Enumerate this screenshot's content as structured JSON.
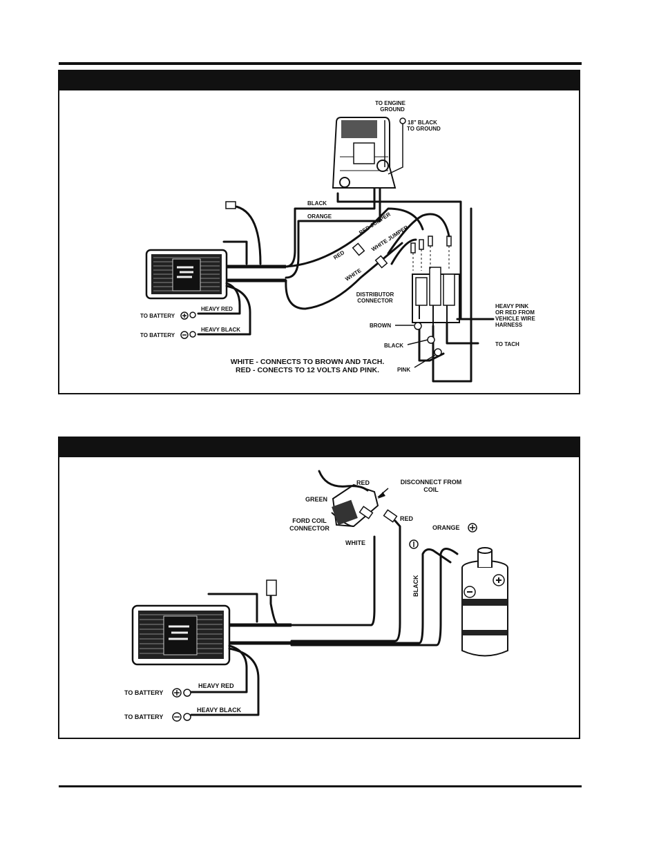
{
  "fig1": {
    "labels": {
      "to_engine_ground": [
        "TO ENGINE",
        "GROUND"
      ],
      "black_to_ground": [
        "18\" BLACK",
        "TO GROUND"
      ],
      "black": "BLACK",
      "orange": "ORANGE",
      "red_jumper": "RED JUMPER",
      "white_jumper": "WHITE JUMPER",
      "red": "RED",
      "white": "WHITE",
      "distributor_connector": [
        "DISTRIBUTOR",
        "CONNECTOR"
      ],
      "heavy_pink": [
        "HEAVY PINK",
        "OR RED FROM",
        "VEHICLE WIRE",
        "HARNESS"
      ],
      "brown": "BROWN",
      "black2": "BLACK",
      "to_tach": "TO TACH",
      "pink": "PINK",
      "to_battery_pos": "TO BATTERY",
      "to_battery_neg": "TO BATTERY",
      "heavy_red": "HEAVY RED",
      "heavy_black": "HEAVY BLACK",
      "note_line1": "WHITE - CONNECTS TO BROWN AND TACH.",
      "note_line2": "RED - CONECTS TO 12 VOLTS AND PINK."
    }
  },
  "fig2": {
    "labels": {
      "red_top": "RED",
      "disconnect": [
        "DISCONNECT FROM",
        "COIL"
      ],
      "green": "GREEN",
      "ford_coil": [
        "FORD COIL",
        "CONNECTOR"
      ],
      "red_right": "RED",
      "white": "WHITE",
      "orange": "ORANGE",
      "black": "BLACK",
      "to_battery_pos": "TO BATTERY",
      "to_battery_neg": "TO BATTERY",
      "heavy_red": "HEAVY RED",
      "heavy_black": "HEAVY BLACK"
    }
  }
}
